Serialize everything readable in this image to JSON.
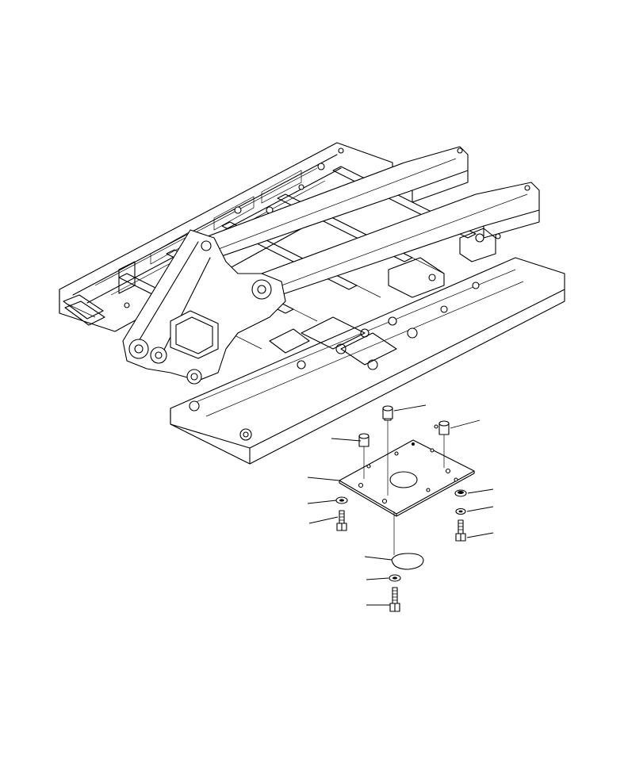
{
  "drawing": {
    "style": "black line-art exploded parts diagram",
    "stroke_color": "#000000",
    "background_color": "#ffffff",
    "parts": [
      {
        "id": "bolt-top-center",
        "icon": "pin-bolt-icon"
      },
      {
        "id": "bolt-top-right",
        "icon": "pin-bolt-icon"
      },
      {
        "id": "bolt-top-left",
        "icon": "pin-bolt-icon"
      },
      {
        "id": "cover-plate",
        "icon": "plate-icon"
      },
      {
        "id": "washer-left",
        "icon": "washer-icon"
      },
      {
        "id": "bolt-left",
        "icon": "hex-bolt-icon"
      },
      {
        "id": "washer-right",
        "icon": "washer-icon"
      },
      {
        "id": "washer-right-lower",
        "icon": "washer-icon"
      },
      {
        "id": "bolt-right",
        "icon": "hex-bolt-icon"
      },
      {
        "id": "cap",
        "icon": "cap-icon"
      },
      {
        "id": "washer-bottom",
        "icon": "washer-icon"
      },
      {
        "id": "bolt-bottom",
        "icon": "hex-bolt-icon"
      }
    ]
  }
}
